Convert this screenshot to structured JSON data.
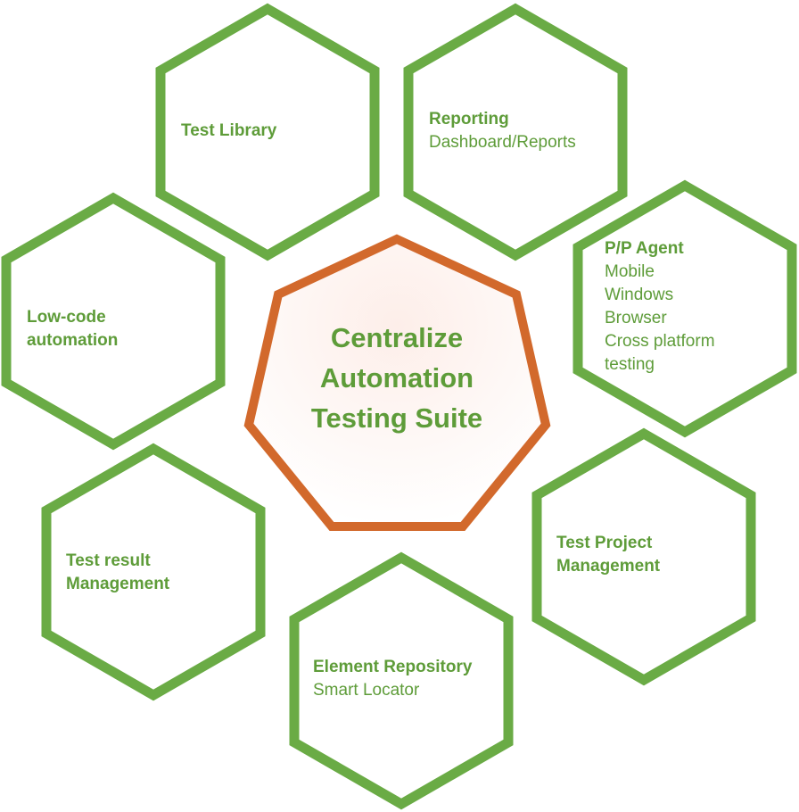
{
  "colors": {
    "hexagon": "#6aab45",
    "center_outline": "#d2692c",
    "text": "#5e9c39"
  },
  "center": {
    "lines": [
      "Centralize",
      "Automation",
      "Testing Suite"
    ]
  },
  "nodes": [
    {
      "title": "Test Library",
      "sub": []
    },
    {
      "title": "Reporting",
      "sub": [
        "Dashboard/Reports"
      ]
    },
    {
      "title": "P/P Agent",
      "sub": [
        "Mobile",
        "Windows",
        "Browser",
        "Cross platform",
        "testing"
      ]
    },
    {
      "title": "Low-code automation",
      "title_lines": [
        "Low-code",
        "automation"
      ],
      "sub": []
    },
    {
      "title": "Test result Management",
      "title_lines": [
        "Test result",
        "Management"
      ],
      "sub": []
    },
    {
      "title": "Test Project Management",
      "title_lines": [
        "Test Project",
        "Management"
      ],
      "sub": []
    },
    {
      "title": "Element Repository",
      "sub": [
        "Smart Locator"
      ]
    }
  ]
}
